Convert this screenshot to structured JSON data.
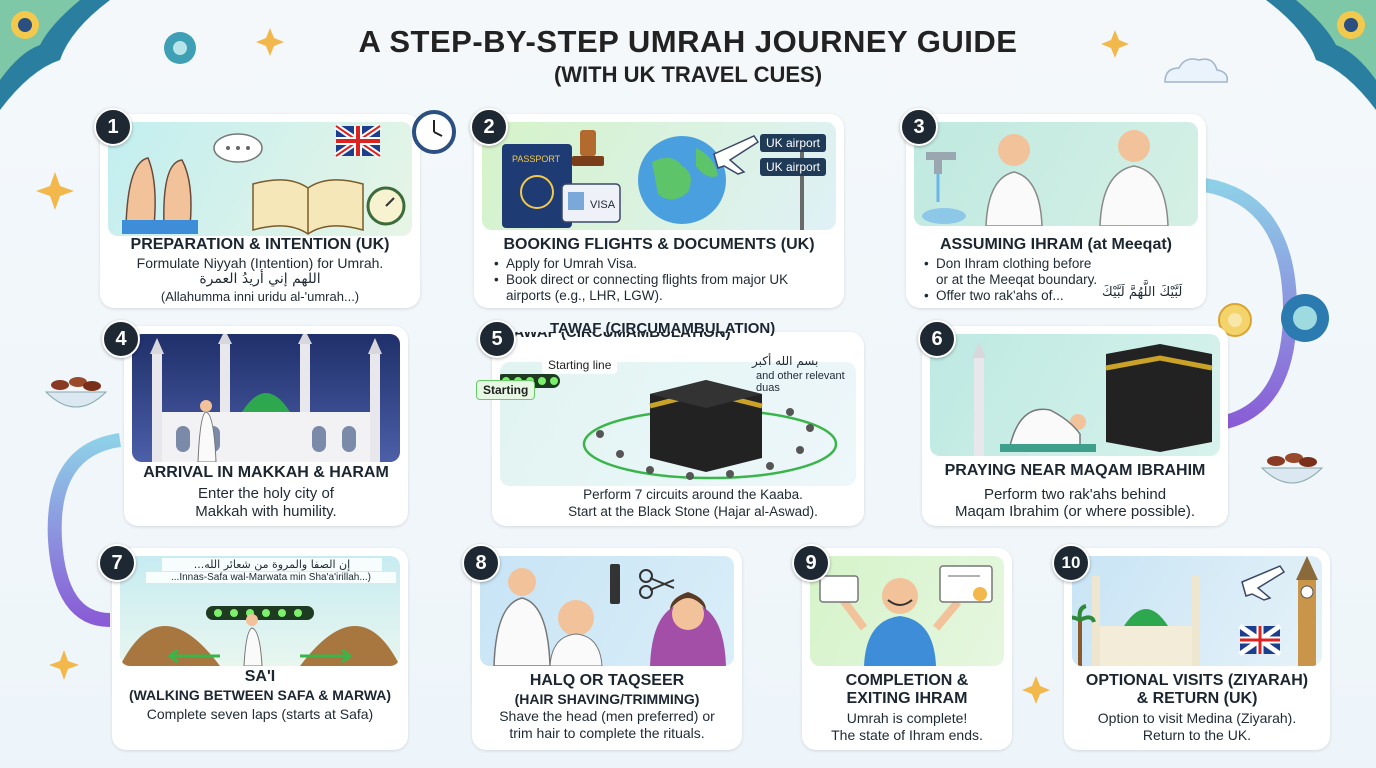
{
  "header": {
    "title": "A STEP-BY-STEP UMRAH JOURNEY GUIDE",
    "subtitle": "(WITH UK TRAVEL CUES)"
  },
  "colors": {
    "badge": "#1d2833",
    "flow_start": "#8ed0e8",
    "flow_end": "#8a5cd6",
    "card_art_teal": "#bfe9e0",
    "card_art_green": "#d5f3c9",
    "card_art_blue": "#c8e4f5"
  },
  "steps": [
    {
      "number": "1",
      "title": "PREPARATION & INTENTION (UK)",
      "line1": "Formulate Niyyah (Intention) for Umrah.",
      "arabic": "اللهم إني أريدُ العمرة",
      "line2": "(Allahumma inni uridu al-'umrah...)",
      "icons": [
        "praying-hands-icon",
        "thought-bubble-icon",
        "open-book-icon",
        "stopwatch-icon",
        "uk-flag-icon",
        "clock-icon"
      ]
    },
    {
      "number": "2",
      "title": "BOOKING FLIGHTS & DOCUMENTS (UK)",
      "bullets": [
        "Apply for Umrah Visa.",
        "Book direct or connecting flights from major UK airports (e.g., LHR, LGW)."
      ],
      "passport_label": "PASSPORT",
      "visa_label": "VISA",
      "sign_1": "UK airport",
      "sign_2": "UK airport",
      "icons": [
        "passport-icon",
        "stamp-icon",
        "visa-card-icon",
        "globe-icon",
        "airplane-icon",
        "signpost-icon"
      ]
    },
    {
      "number": "3",
      "title": "ASSUMING IHRAM (at Meeqat)",
      "bullets": [
        "Don Ihram clothing before or at the Meeqat boundary.",
        "Offer two rak'ahs of..."
      ],
      "arabic": "لَبَّيْكَ اللَّهُمَّ لَبَّيْكَ",
      "icons": [
        "tap-icon",
        "washing-person-icon",
        "ihram-person-icon"
      ]
    },
    {
      "number": "4",
      "title": "ARRIVAL IN MAKKAH & HARAM",
      "line1": "Enter the holy city of",
      "line2": "Makkah with humility.",
      "icons": [
        "mosque-icon",
        "minaret-icon",
        "pilgrim-icon"
      ]
    },
    {
      "number": "5",
      "title": "TAWAF (CIRCUMAMBULATION)",
      "label_start": "Starting line",
      "label_sign": "Starting",
      "arabic": "بسم الله أكبر",
      "label_duas": "and other relevant duas",
      "line1": "Perform 7 circuits around the Kaaba.",
      "line2": "Start at the Black Stone (Hajar al-Aswad).",
      "icons": [
        "kaaba-icon",
        "pilgrims-circle-icon",
        "starting-sign-icon"
      ]
    },
    {
      "number": "6",
      "title": "PRAYING NEAR MAQAM IBRAHIM",
      "line1": "Perform two rak'ahs behind",
      "line2": "Maqam Ibrahim (or where possible).",
      "icons": [
        "minaret-icon",
        "prostrating-person-icon",
        "kaaba-icon"
      ]
    },
    {
      "number": "7",
      "title": "SA'I",
      "subtitle": "(WALKING BETWEEN SAFA & MARWA)",
      "line1": "Complete seven laps (starts at Safa)",
      "arabic": "إن الصفا والمروة من شعائر الله...",
      "translit": "...Innas-Safa wal-Marwata min Sha'a'irillah...)",
      "icons": [
        "hill-icon",
        "walking-person-icon",
        "arrow-left-icon",
        "arrow-right-icon"
      ]
    },
    {
      "number": "8",
      "title": "HALQ OR TAQSEER",
      "subtitle": "(HAIR SHAVING/TRIMMING)",
      "line1": "Shave the head (men preferred) or",
      "line2": "trim hair to complete the rituals.",
      "icons": [
        "barber-icon",
        "comb-icon",
        "scissors-icon",
        "woman-icon"
      ]
    },
    {
      "number": "9",
      "title": "COMPLETION &",
      "subtitle": "EXITING IHRAM",
      "line1": "Umrah is complete!",
      "line2": "The state of Ihram ends.",
      "icons": [
        "happy-person-icon",
        "certificate-icon"
      ]
    },
    {
      "number": "10",
      "title": "OPTIONAL VISITS (ZIYARAH)",
      "subtitle": "& RETURN (UK)",
      "line1": "Option to visit Medina (Ziyarah).",
      "line2": "Return to the UK.",
      "icons": [
        "green-dome-mosque-icon",
        "palm-tree-icon",
        "uk-flag-icon",
        "big-ben-icon",
        "airplane-icon"
      ]
    }
  ]
}
